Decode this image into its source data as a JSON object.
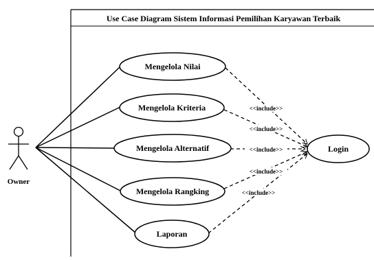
{
  "diagram": {
    "title": "Use Case Diagram Sistem Informasi Pemilihan Karyawan Terbaik",
    "actor": {
      "name": "Owner"
    },
    "use_cases": [
      {
        "id": "nilai",
        "label": "Mengelola Nilai"
      },
      {
        "id": "kriteria",
        "label": "Mengelola Kriteria"
      },
      {
        "id": "alternatif",
        "label": "Mengelola Alternatif"
      },
      {
        "id": "rangking",
        "label": "Mengelola Rangking"
      },
      {
        "id": "laporan",
        "label": "Laporan"
      }
    ],
    "login": {
      "label": "Login"
    },
    "include_labels": [
      "<<include>>",
      "<<include>>",
      "<<include>>",
      "<<include>>",
      "<<include>>"
    ]
  }
}
